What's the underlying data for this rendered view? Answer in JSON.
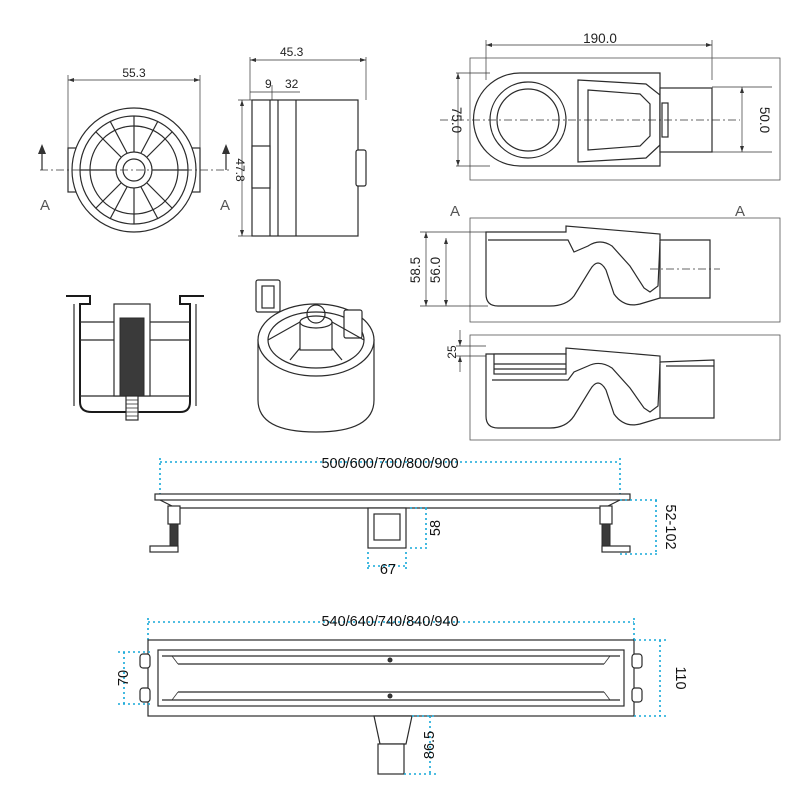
{
  "dims": {
    "top_diam": "55.3",
    "side_w": "45.3",
    "side_9": "9",
    "side_32": "32",
    "side_h": "47.8",
    "plan_len": "190.0",
    "plan_h1": "75.0",
    "plan_h2": "50.0",
    "sec1_h1": "58.5",
    "sec1_h2": "56.0",
    "sec2_h": "25",
    "channel_len": "500/600/700/800/900",
    "height_adj": "52-102",
    "outlet_h": "58",
    "outlet_w": "67",
    "plan_len2": "540/640/740/840/940",
    "inner_w": "70",
    "outer_w": "110",
    "outlet_depth": "86.5"
  },
  "section_marks": {
    "a1": "A",
    "a2": "A",
    "a3": "A",
    "a4": "A"
  },
  "colors": {
    "dimension_accent": "#16a8d8",
    "line": "#2b2b2b"
  }
}
